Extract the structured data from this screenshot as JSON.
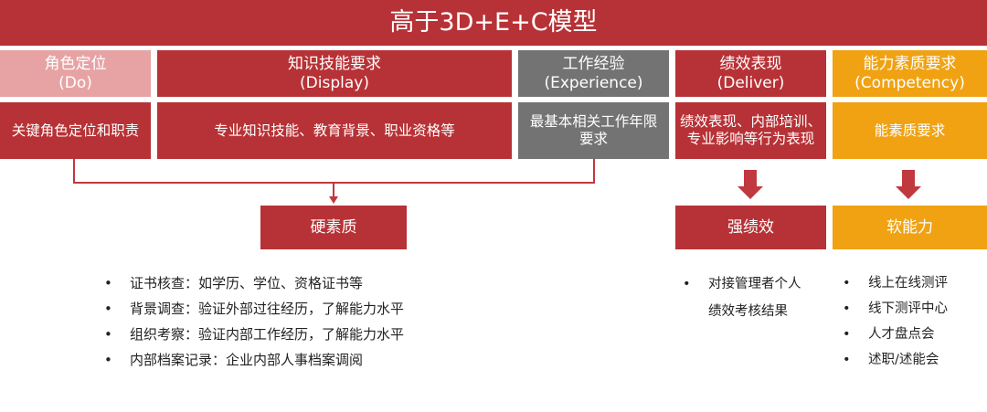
{
  "title": "高于3D+E+C模型",
  "columns": [
    {
      "head_line1": "角色定位",
      "head_line2": "(Do)",
      "body": "关键角色定位和职责"
    },
    {
      "head_line1": "知识技能要求",
      "head_line2": "(Display)",
      "body": "专业知识技能、教育背景、职业资格等"
    },
    {
      "head_line1": "工作经验",
      "head_line2": "(Experience)",
      "body": "最基本相关工作年限 要求"
    },
    {
      "head_line1": "绩效表现",
      "head_line2": "(Deliver)",
      "body": "绩效表现、内部培训、专业影响等行为表现"
    },
    {
      "head_line1": "能力素质要求",
      "head_line2": "(Competency)",
      "body": "能素质要求"
    }
  ],
  "results": {
    "hard": "硬素质",
    "performance": "强绩效",
    "soft": "软能力"
  },
  "bullet_symbol": "•",
  "hard_list": [
    "证书核查：如学历、学位、资格证书等",
    "背景调查：验证外部过往经历，了解能力水平",
    "组织考察：验证内部工作经历，了解能力水平",
    "内部档案记录：企业内部人事档案调阅"
  ],
  "performance_list": [
    "对接管理者个人",
    "绩效考核结果"
  ],
  "soft_list": [
    "线上在线测评",
    "线下测评中心",
    "人才盘点会",
    "述职/述能会"
  ],
  "colors": {
    "red": "#b73236",
    "pink": "#e7a3a4",
    "gray": "#737373",
    "gold": "#f0a213",
    "connector": "#c0393e"
  }
}
